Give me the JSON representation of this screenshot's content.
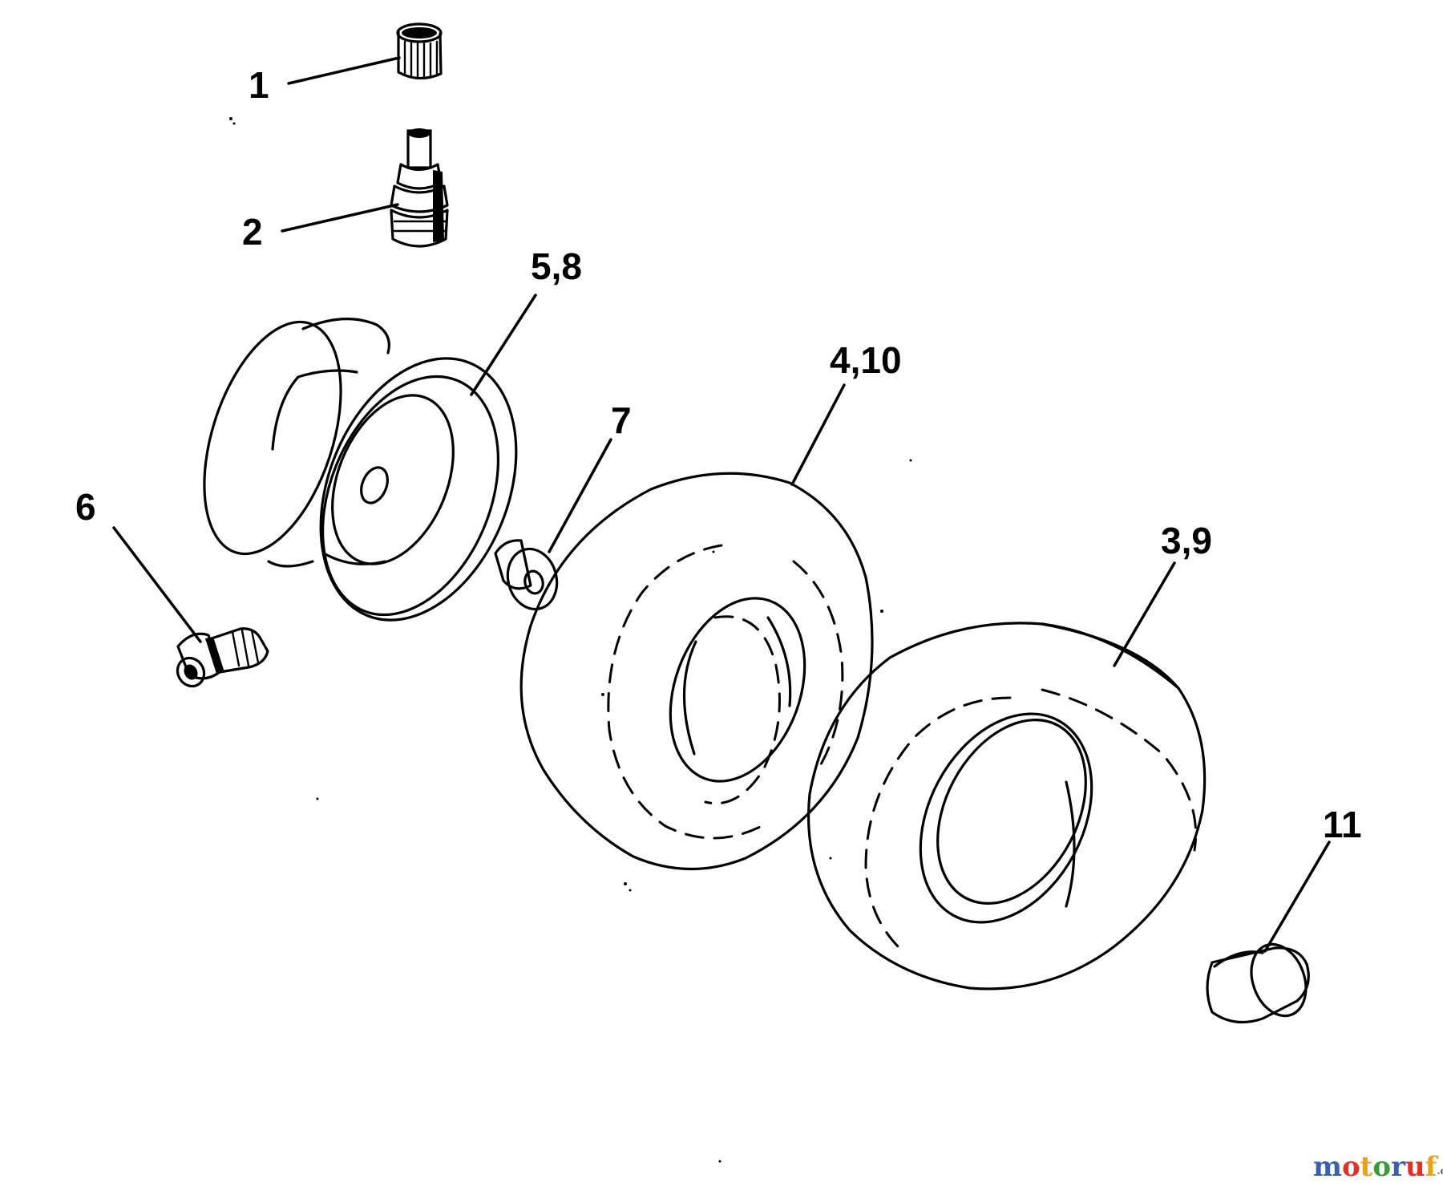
{
  "diagram": {
    "callouts": {
      "c1": "1",
      "c2": "2",
      "c3": "3,9",
      "c4": "4,10",
      "c5": "5,8",
      "c6": "6",
      "c7": "7",
      "c11": "11"
    },
    "parts": [
      "valve-cap",
      "valve-stem",
      "tire-rear",
      "tire-front",
      "rim",
      "bolt",
      "flange-bushing",
      "end-cap"
    ]
  },
  "watermark": {
    "letters": [
      "m",
      "o",
      "t",
      "o",
      "r",
      "u",
      "f"
    ],
    "colors": [
      "#3a5fb0",
      "#e0302a",
      "#e8a21c",
      "#3a9a3a",
      "#3a5fb0",
      "#e0302a",
      "#e8a21c"
    ],
    "suffix": ".de"
  }
}
